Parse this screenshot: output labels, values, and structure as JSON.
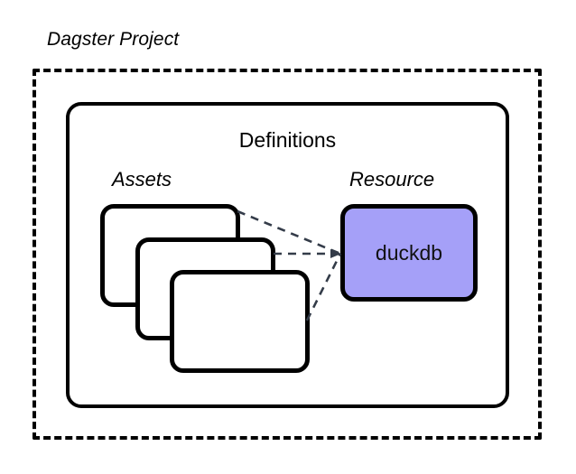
{
  "diagram": {
    "title": "Dagster Project",
    "background_color": "#ffffff",
    "stroke_color": "#000000",
    "connector_color": "#343c49",
    "accent_color": "#a5a0f8"
  },
  "project_container": {
    "label": "Dagster Project",
    "border_style": "dashed"
  },
  "definitions_container": {
    "label": "Definitions",
    "border_style": "solid"
  },
  "groups": {
    "assets": {
      "label": "Assets",
      "cards": [
        {
          "label": ""
        },
        {
          "label": ""
        },
        {
          "label": ""
        }
      ]
    },
    "resource": {
      "label": "Resource",
      "node": {
        "label": "duckdb",
        "fill": "#a5a0f8"
      }
    }
  },
  "connections": [
    {
      "from": "asset-card-1",
      "to": "duckdb",
      "style": "dashed"
    },
    {
      "from": "asset-card-2",
      "to": "duckdb",
      "style": "dashed"
    },
    {
      "from": "asset-card-3",
      "to": "duckdb",
      "style": "dashed"
    }
  ]
}
